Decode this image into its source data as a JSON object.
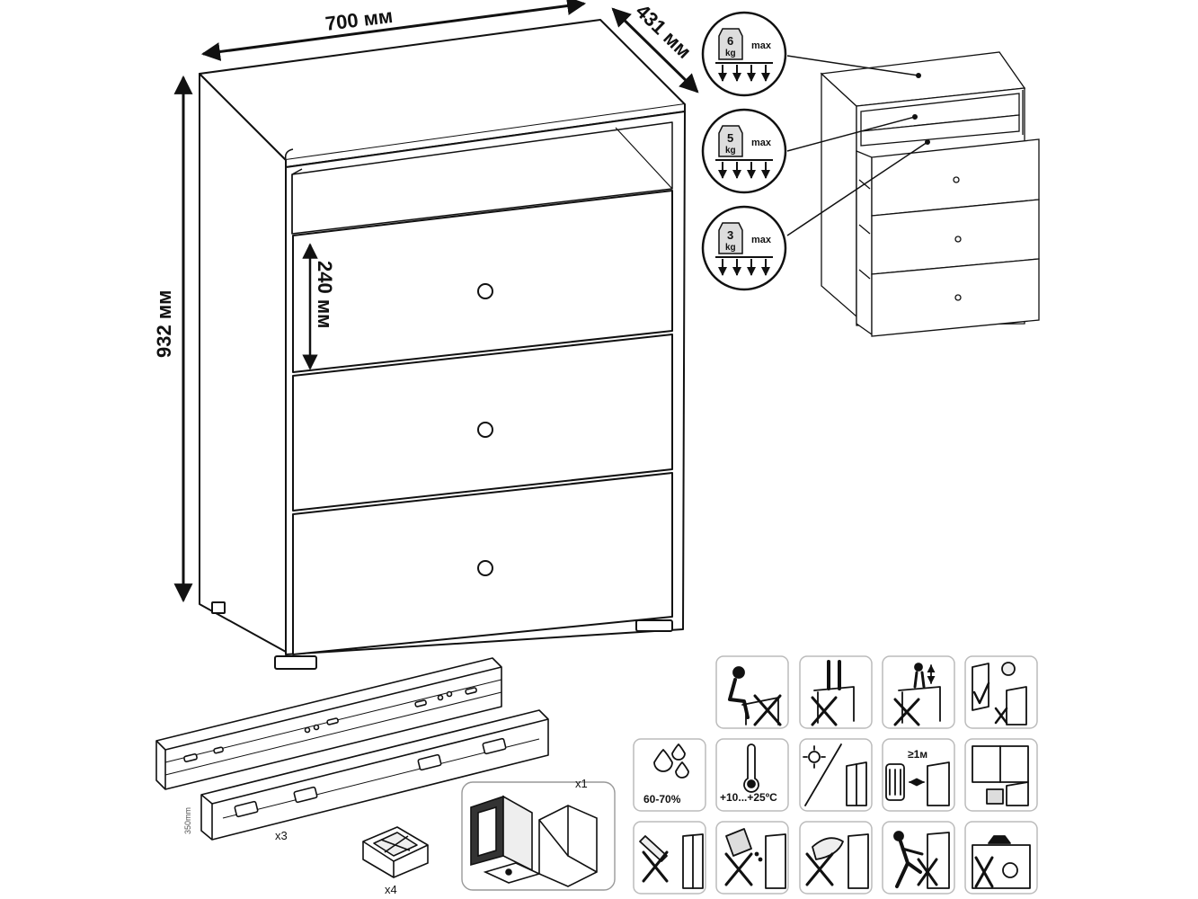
{
  "dimensions": {
    "width": "700 мм",
    "depth": "431 мм",
    "height": "932 мм",
    "drawer_height": "240 мм"
  },
  "load_limits": [
    {
      "kg": "6",
      "unit": "kg",
      "label": "max"
    },
    {
      "kg": "5",
      "unit": "kg",
      "label": "max"
    },
    {
      "kg": "3",
      "unit": "kg",
      "label": "max"
    }
  ],
  "parts": {
    "rail_length": "350mm",
    "rails_qty": "x3",
    "feet_qty": "x4",
    "bracket_qty": "x1"
  },
  "care": {
    "humidity": "60-70%",
    "temperature": "+10...+25ºC",
    "distance": "≥1м"
  }
}
